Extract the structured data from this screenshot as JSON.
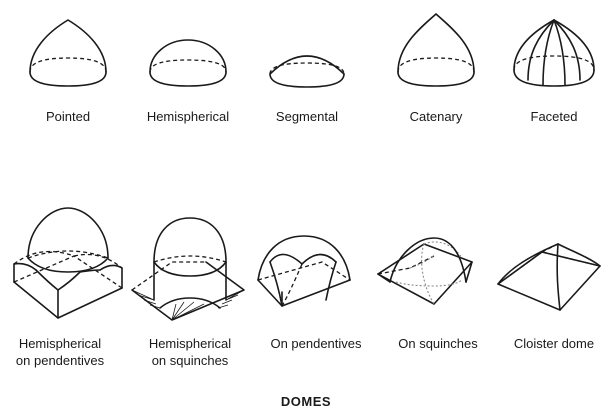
{
  "title": "DOMES",
  "row1": [
    {
      "id": "pointed",
      "label": "Pointed"
    },
    {
      "id": "hemispherical",
      "label": "Hemispherical"
    },
    {
      "id": "segmental",
      "label": "Segmental"
    },
    {
      "id": "catenary",
      "label": "Catenary"
    },
    {
      "id": "faceted",
      "label": "Faceted"
    }
  ],
  "row2": [
    {
      "id": "hemi-pendentives",
      "label_lines": [
        "Hemispherical",
        "on pendentives"
      ]
    },
    {
      "id": "hemi-squinches",
      "label_lines": [
        "Hemispherical",
        "on squinches"
      ]
    },
    {
      "id": "on-pendentives",
      "label_lines": [
        "On pendentives"
      ]
    },
    {
      "id": "on-squinches",
      "label_lines": [
        "On squinches"
      ]
    },
    {
      "id": "cloister-dome",
      "label_lines": [
        "Cloister dome"
      ]
    }
  ]
}
